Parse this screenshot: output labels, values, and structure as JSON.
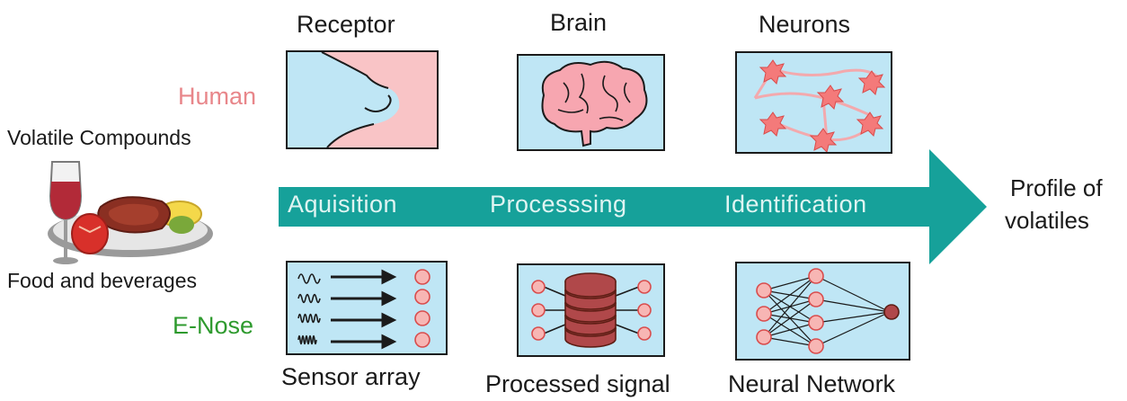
{
  "top_labels": {
    "receptor": "Receptor",
    "brain": "Brain",
    "neurons": "Neurons"
  },
  "bottom_labels": {
    "sensor": "Sensor array",
    "signal": "Processed signal",
    "network": "Neural Network"
  },
  "side_labels": {
    "human": "Human",
    "enose": "E-Nose",
    "volatile": "Volatile Compounds",
    "food": "Food and beverages"
  },
  "stages": {
    "acquisition": "Aquisition",
    "processing": "Processsing",
    "identification": "Identification"
  },
  "result": {
    "line1": "Profile of",
    "line2": "volatiles"
  },
  "colors": {
    "arrow": "#16a19a",
    "panel": "#bfe6f5",
    "human": "#e8868a",
    "enose": "#2e9a2e",
    "node": "#f7b6b4",
    "database": "#b0484a"
  }
}
